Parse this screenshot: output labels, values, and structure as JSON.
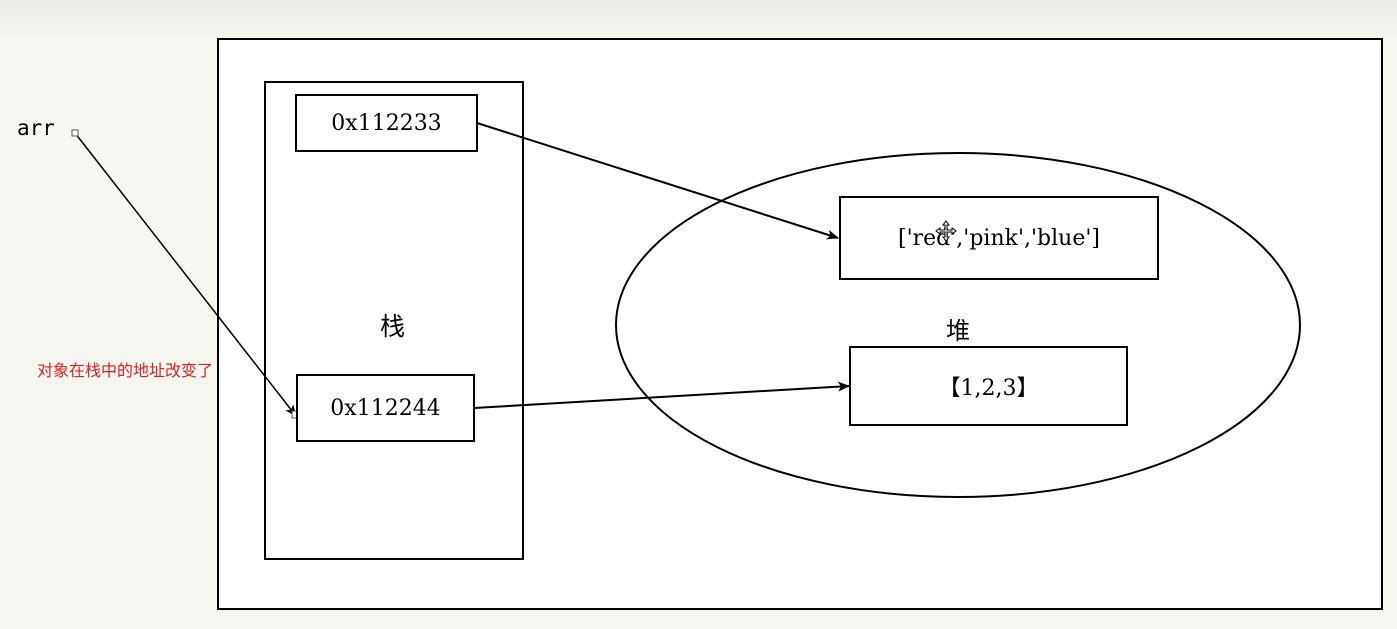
{
  "diagram": {
    "variable_label": "arr",
    "stack_label": "栈",
    "heap_label": "堆",
    "stack_addresses": [
      "0x112233",
      "0x112244"
    ],
    "heap_objects": [
      "['red','pink','blue']",
      "【1,2,3】"
    ],
    "annotation": "对象在栈中的地址改变了",
    "annotation_color": "#e02020"
  }
}
